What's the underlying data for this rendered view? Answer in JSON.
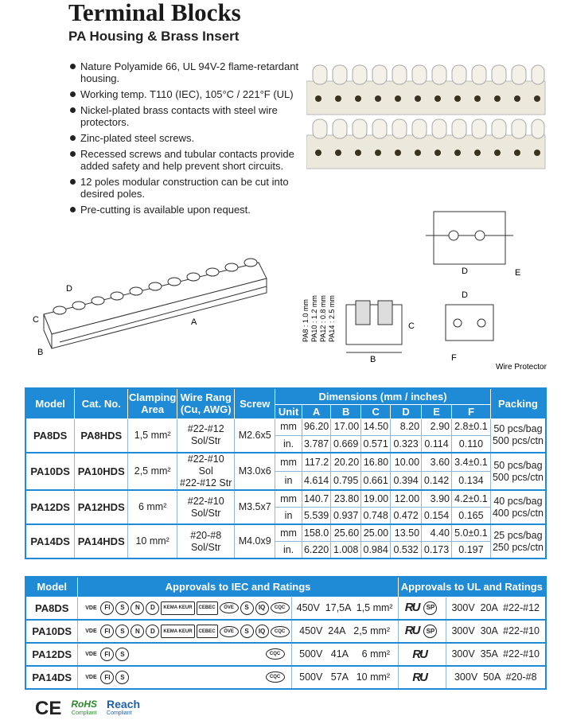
{
  "title": "Terminal Blocks",
  "subtitle": "PA Housing & Brass Insert",
  "features": [
    "Nature Polyamide 66, UL 94V-2 flame-retardant housing.",
    "Working temp. T110 (IEC), 105°C / 221°F (UL)",
    "Nickel-plated brass contacts with steel wire protectors.",
    "Zinc-plated steel screws.",
    "Recessed screws and tubular contacts provide added safety and help prevent short circuits.",
    "12 poles modular construction can be cut into desired poles.",
    "Pre-cutting is available upon request."
  ],
  "drawing": {
    "labels": {
      "a": "A",
      "b": "B",
      "c": "C",
      "d": "D",
      "e": "E",
      "f": "F"
    },
    "wire_protector": "Wire Protector",
    "pitch": [
      "PA8 : 1.0 mm",
      "PA10 : 1.2 mm",
      "PA12 : 0.8 mm",
      "PA14 : 2.5 mm"
    ]
  },
  "spec_table": {
    "headers": {
      "model": "Model",
      "cat": "Cat. No.",
      "clamp": "Clamping Area",
      "wire": "Wire Rang (Cu, AWG)",
      "screw": "Screw",
      "dims": "Dimensions (mm / inches)",
      "unit": "Unit",
      "a": "A",
      "b": "B",
      "c": "C",
      "d": "D",
      "e": "E",
      "f": "F",
      "packing": "Packing"
    },
    "rows": [
      {
        "model": "PA8DS",
        "cat": "PA8HDS",
        "clamp": "1,5 mm²",
        "wire1": "#22-#12",
        "wire2": "Sol/Str",
        "screw": "M2.6x5",
        "mm": [
          "mm",
          "96.20",
          "17.00",
          "14.50",
          "8.20",
          "2.90",
          "2.8±0.1"
        ],
        "in": [
          "in.",
          "3.787",
          "0.669",
          "0.571",
          "0.323",
          "0.114",
          "0.110"
        ],
        "pack1": "50 pcs/bag",
        "pack2": "500 pcs/ctn"
      },
      {
        "model": "PA10DS",
        "cat": "PA10HDS",
        "clamp": "2,5 mm²",
        "wire1": "#22-#10 Sol",
        "wire2": "#22-#12 Str",
        "screw": "M3.0x6",
        "mm": [
          "mm",
          "117.2",
          "20.20",
          "16.80",
          "10.00",
          "3.60",
          "3.4±0.1"
        ],
        "in": [
          "in",
          "4.614",
          "0.795",
          "0.661",
          "0.394",
          "0.142",
          "0.134"
        ],
        "pack1": "50 pcs/bag",
        "pack2": "500 pcs/ctn"
      },
      {
        "model": "PA12DS",
        "cat": "PA12HDS",
        "clamp": "6 mm²",
        "wire1": "#22-#10",
        "wire2": "Sol/Str",
        "screw": "M3.5x7",
        "mm": [
          "mm",
          "140.7",
          "23.80",
          "19.00",
          "12.00",
          "3.90",
          "4.2±0.1"
        ],
        "in": [
          "in",
          "5.539",
          "0.937",
          "0.748",
          "0.472",
          "0.154",
          "0.165"
        ],
        "pack1": "40 pcs/bag",
        "pack2": "400 pcs/ctn"
      },
      {
        "model": "PA14DS",
        "cat": "PA14HDS",
        "clamp": "10 mm²",
        "wire1": "#20-#8",
        "wire2": "Sol/Str",
        "screw": "M4.0x9",
        "mm": [
          "mm",
          "158.0",
          "25.60",
          "25.00",
          "13.50",
          "4.40",
          "5.0±0.1"
        ],
        "in": [
          "in.",
          "6.220",
          "1.008",
          "0.984",
          "0.532",
          "0.173",
          "0.197"
        ],
        "pack1": "25 pcs/bag",
        "pack2": "250 pcs/ctn"
      }
    ]
  },
  "approval_table": {
    "headers": {
      "model": "Model",
      "iec": "Approvals to IEC and Ratings",
      "ul": "Approvals to UL and Ratings"
    },
    "rows": [
      {
        "model": "PA8DS",
        "iec_rating": "450V  17,5A  1,5 mm²",
        "ul_rating": "300V  20A  #22-#12"
      },
      {
        "model": "PA10DS",
        "iec_rating": "450V  24A   2,5 mm²",
        "ul_rating": "300V  30A  #22-#10"
      },
      {
        "model": "PA12DS",
        "iec_rating": "500V   41A     6 mm²",
        "ul_rating": "300V  35A  #22-#10"
      },
      {
        "model": "PA14DS",
        "iec_rating": "500V   57A   10 mm²",
        "ul_rating": "300V  50A  #20-#8"
      }
    ],
    "icon_text": {
      "vde": "VDE",
      "fi": "FI",
      "s": "S",
      "n": "N",
      "d": "D",
      "kema": "KEMA KEUR",
      "cebec": "CEBEC",
      "ove": "ÖVE",
      "semko": "S",
      "iq": "IQ",
      "ccc": "CQC",
      "ul": "RU",
      "csa": "SP"
    }
  },
  "footer": {
    "ce": "CE",
    "rohs": "RoHS",
    "rohs_sub": "Compliant",
    "reach": "Reach",
    "reach_sub": "Compliant"
  },
  "colors": {
    "header_blue": "#1f8ad6",
    "border_blue": "#8fb7dc"
  }
}
